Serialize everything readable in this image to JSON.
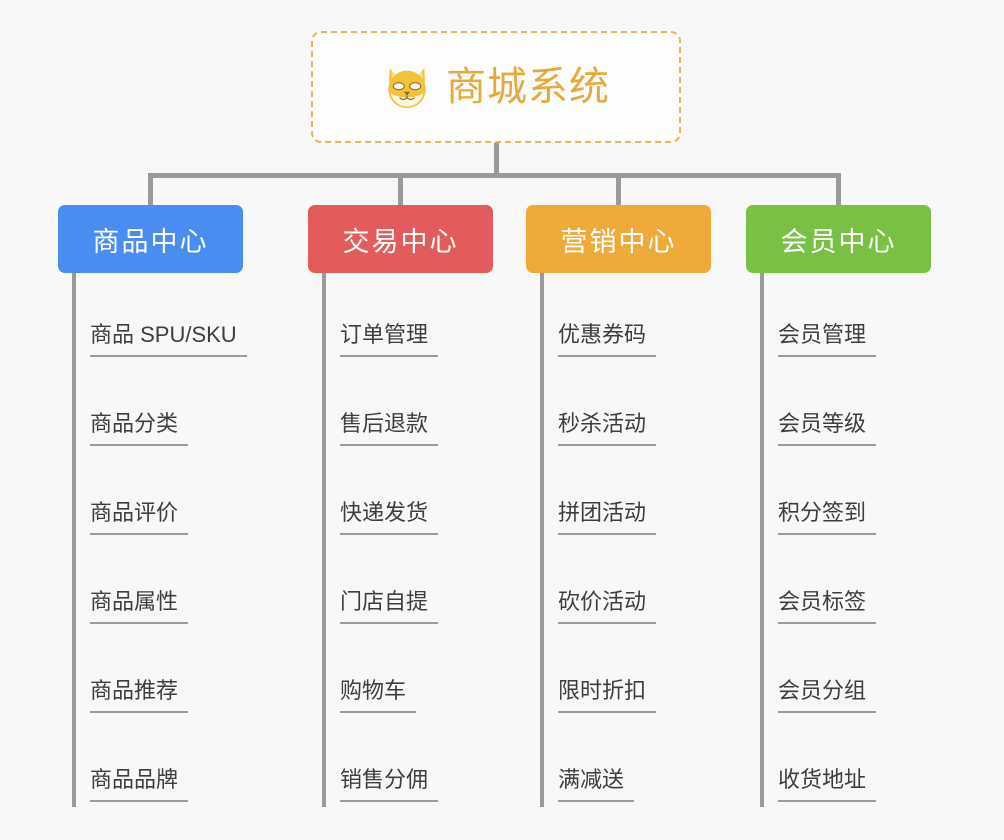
{
  "diagram": {
    "title": "商城系统",
    "logo_icon": "shiba-dog-face-icon",
    "background_color": "#f8f8f8",
    "root_border_color": "#e9b45c",
    "root_text_color": "#e6a93e",
    "connector_color": "#9a9a9a",
    "leaf_text_color": "#3d3d42",
    "columns": [
      {
        "title": "商品中心",
        "color": "#4a8df0",
        "items": [
          "商品 SPU/SKU",
          "商品分类",
          "商品评价",
          "商品属性",
          "商品推荐",
          "商品品牌"
        ]
      },
      {
        "title": "交易中心",
        "color": "#e25c5c",
        "items": [
          "订单管理",
          "售后退款",
          "快递发货",
          "门店自提",
          "购物车",
          "销售分佣"
        ]
      },
      {
        "title": "营销中心",
        "color": "#eeab3c",
        "items": [
          "优惠券码",
          "秒杀活动",
          "拼团活动",
          "砍价活动",
          "限时折扣",
          "满减送"
        ]
      },
      {
        "title": "会员中心",
        "color": "#79c144",
        "items": [
          "会员管理",
          "会员等级",
          "积分签到",
          "会员标签",
          "会员分组",
          "收货地址"
        ]
      }
    ]
  }
}
